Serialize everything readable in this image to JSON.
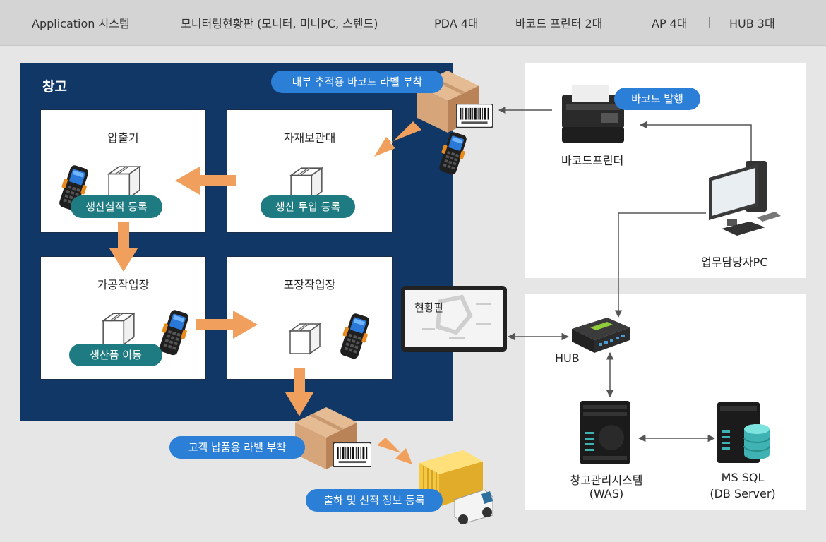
{
  "topbar": {
    "items": [
      "Application 시스템",
      "모니터링현황판 (모니터, 미니PC, 스텐드)",
      "PDA 4대",
      "바코드 프린터 2대",
      "AP 4대",
      "HUB 3대"
    ]
  },
  "warehouse": {
    "title": "창고",
    "rooms": {
      "press": "압출기",
      "storage": "자재보관대",
      "processing": "가공작업장",
      "packing": "포장작업장"
    },
    "pills": {
      "production_register": "생산실적 등록",
      "input_register": "생산 투입 등록",
      "product_move": "생산품 이동",
      "internal_label": "내부 추적용 바코드 라벨 부착",
      "customer_label": "고객 납품용 라벨 부착",
      "shipping_register": "출하 및 선적 정보 등록"
    },
    "monitor_label": "현황판"
  },
  "network": {
    "barcode_issue": "바코드 발행",
    "barcode_printer": "바코드프린터",
    "staff_pc": "업무담당자PC",
    "hub": "HUB",
    "was_line1": "창고관리시스템",
    "was_line2": "(WAS)",
    "db_line1": "MS SQL",
    "db_line2": "(DB Server)"
  },
  "colors": {
    "warehouse_bg": "#103766",
    "arrow": "#f0a05c",
    "teal_pill": "#1e7b82",
    "blue_pill": "#2c7fd6",
    "box": "#d7a57a",
    "truck": "#f5c842"
  }
}
